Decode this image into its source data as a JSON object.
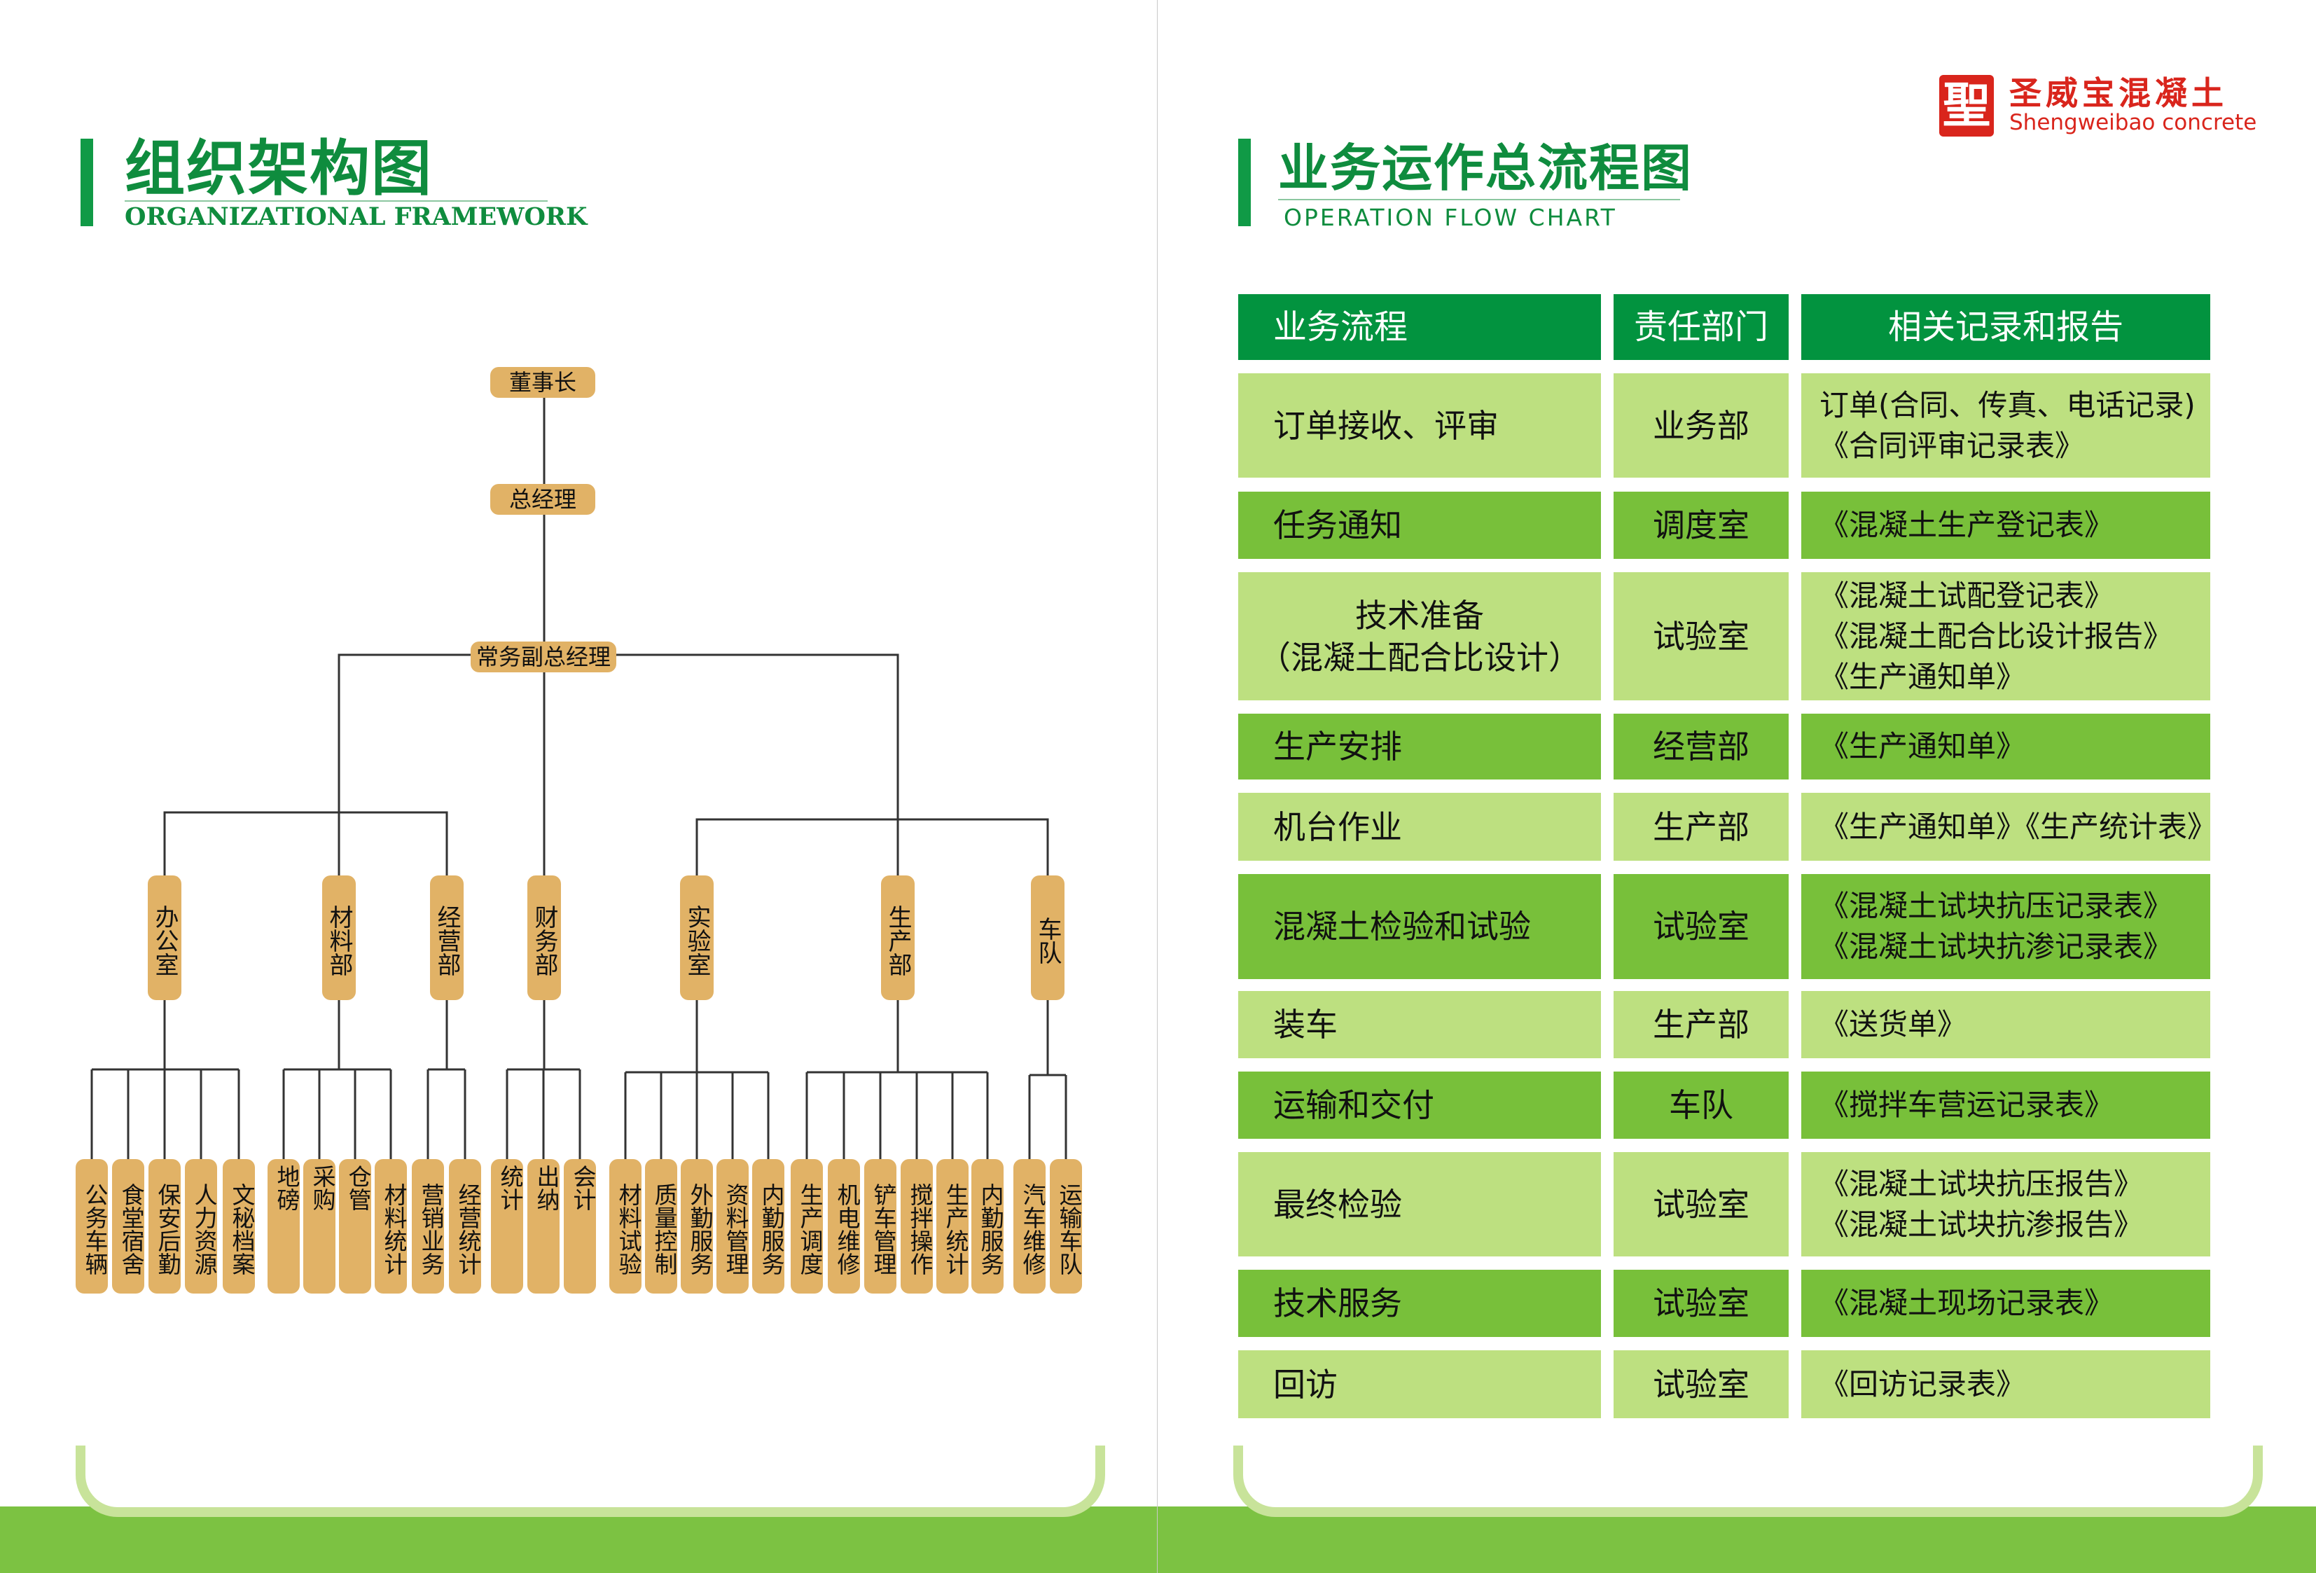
{
  "left": {
    "title_cn": "组织架构图",
    "title_en": "ORGANIZATIONAL FRAMEWORK",
    "org": {
      "chairman": "董事长",
      "gm": "总经理",
      "deputy_gm": "常务副总经理",
      "departments": [
        "办公室",
        "材料部",
        "经营部",
        "财务部",
        "实验室",
        "生产部",
        "车队"
      ],
      "units": [
        "公务车辆",
        "食堂宿舍",
        "保安后勤",
        "人力资源",
        "文秘档案",
        "地磅",
        "采购",
        "仓管",
        "材料统计",
        "营销业务",
        "经营统计",
        "统计",
        "出纳",
        "会计",
        "材料试验",
        "质量控制",
        "外勤服务",
        "资料管理",
        "内勤服务",
        "生产调度",
        "机电维修",
        "铲车管理",
        "搅拌操作",
        "生产统计",
        "内勤服务",
        "汽车维修",
        "运输车队"
      ]
    }
  },
  "right": {
    "logo": {
      "mark": "聖",
      "cn": "圣威宝混凝土",
      "en": "Shengweibao concrete"
    },
    "title_cn": "业务运作总流程图",
    "title_en": "OPERATION   FLOW   CHART",
    "table": {
      "headers": [
        "业务流程",
        "责任部门",
        "相关记录和报告"
      ],
      "rows": [
        {
          "process": [
            "订单接收、评审"
          ],
          "dept": "业务部",
          "records": [
            "订单(合同、传真、电话记录)",
            "《合同评审记录表》"
          ]
        },
        {
          "process": [
            "任务通知"
          ],
          "dept": "调度室",
          "records": [
            "《混凝土生产登记表》"
          ]
        },
        {
          "process": [
            "技术准备",
            "（混凝土配合比设计）"
          ],
          "dept": "试验室",
          "records": [
            "《混凝土试配登记表》",
            "《混凝土配合比设计报告》",
            "《生产通知单》"
          ]
        },
        {
          "process": [
            "生产安排"
          ],
          "dept": "经营部",
          "records": [
            "《生产通知单》"
          ]
        },
        {
          "process": [
            "机台作业"
          ],
          "dept": "生产部",
          "records": [
            "《生产通知单》《生产统计表》"
          ]
        },
        {
          "process": [
            "混凝土检验和试验"
          ],
          "dept": "试验室",
          "records": [
            "《混凝土试块抗压记录表》",
            "《混凝土试块抗渗记录表》"
          ]
        },
        {
          "process": [
            "装车"
          ],
          "dept": "生产部",
          "records": [
            "《送货单》"
          ]
        },
        {
          "process": [
            "运输和交付"
          ],
          "dept": "车队",
          "records": [
            "《搅拌车营运记录表》"
          ]
        },
        {
          "process": [
            "最终检验"
          ],
          "dept": "试验室",
          "records": [
            "《混凝土试块抗压报告》",
            "《混凝土试块抗渗报告》"
          ]
        },
        {
          "process": [
            "技术服务"
          ],
          "dept": "试验室",
          "records": [
            "《混凝土现场记录表》"
          ]
        },
        {
          "process": [
            "回访"
          ],
          "dept": "试验室",
          "records": [
            "《回访记录表》"
          ]
        }
      ]
    }
  },
  "colors": {
    "green_dark": "#02933f",
    "green_mid": "#78c03a",
    "green_light": "#bde080",
    "node": "#e1b266",
    "logo_red": "#d9251c"
  }
}
